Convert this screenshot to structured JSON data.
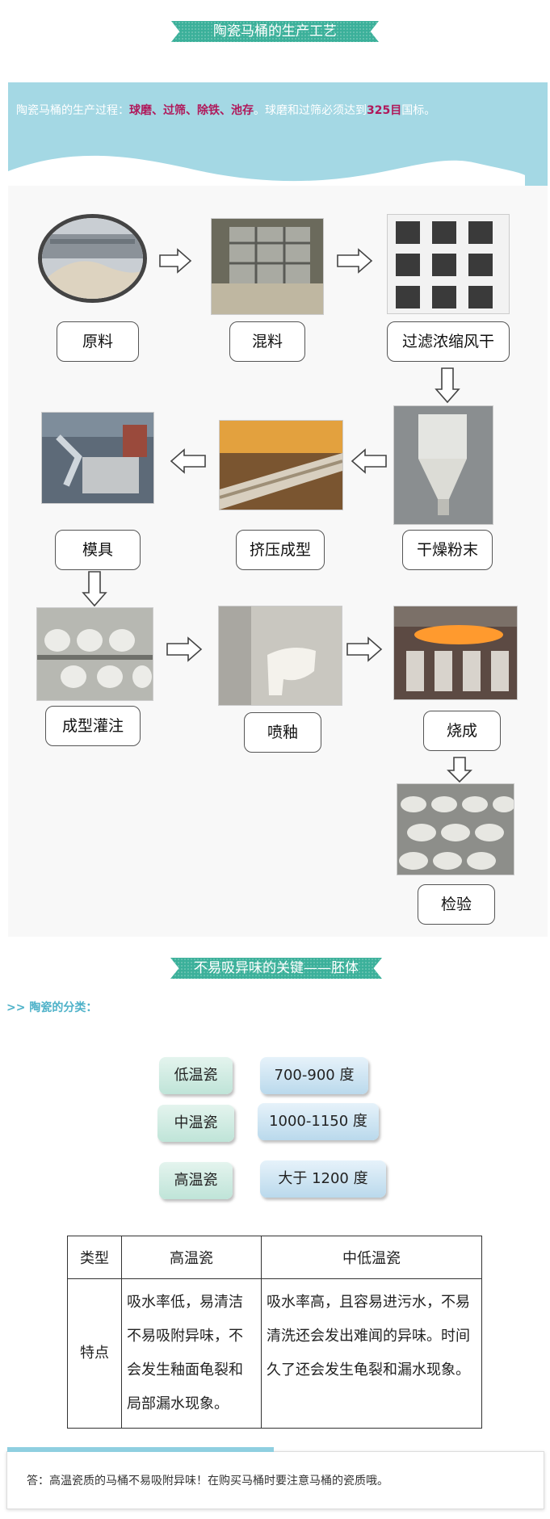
{
  "banner1": "陶瓷马桶的生产工艺",
  "intro": {
    "prefix": "陶瓷马桶的生产过程：",
    "steps": "球磨、过筛、除铁、池存",
    "middle": "。球磨和过筛必须达到",
    "standard": "325目",
    "suffix": "国标。"
  },
  "process": [
    {
      "label": "原料"
    },
    {
      "label": "混料"
    },
    {
      "label": "过滤浓缩风干"
    },
    {
      "label": "干燥粉末"
    },
    {
      "label": "挤压成型"
    },
    {
      "label": "模具"
    },
    {
      "label": "成型灌注"
    },
    {
      "label": "喷釉"
    },
    {
      "label": "烧成"
    },
    {
      "label": "检验"
    }
  ],
  "banner2": "不易吸异味的关键——胚体",
  "classification_heading": ">> 陶瓷的分类：",
  "classification": [
    {
      "name": "低温瓷",
      "range": "700-900 度"
    },
    {
      "name": "中温瓷",
      "range": "1000-1150 度"
    },
    {
      "name": "高温瓷",
      "range": "大于 1200 度"
    }
  ],
  "table": {
    "headers": [
      "类型",
      "高温瓷",
      "中低温瓷"
    ],
    "row_label": "特点",
    "high": "吸水率低，易清洁不易吸附异味，不会发生釉面龟裂和局部漏水现象。",
    "midlow": "吸水率高，且容易进污水，不易清洗还会发出难闻的异味。时间久了还会发生龟裂和漏水现象。"
  },
  "tip": "答：高温瓷质的马桶不易吸附异味！在购买马桶时要注意马桶的瓷质哦。"
}
